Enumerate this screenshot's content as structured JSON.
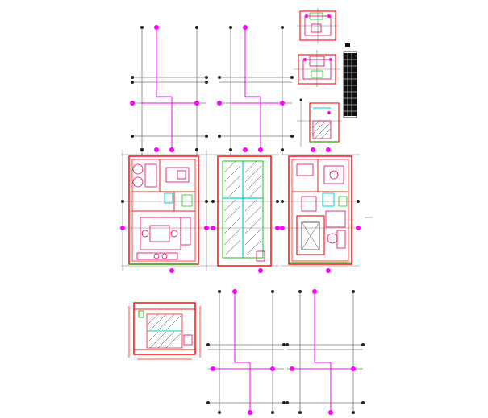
{
  "drawing": {
    "background": "#ffffff",
    "colors": {
      "grid_line": "#7a7a7a",
      "wall": "#ff1a1a",
      "furniture": "#e0005a",
      "dimension": "#ff00ff",
      "axis_node": "#222222",
      "green": "#19c519",
      "cyan": "#00cfcf",
      "hatch": "#333333",
      "table_ink": "#111111"
    },
    "sheets": [
      "grid-plan-top-left",
      "grid-plan-top-middle",
      "detail-small-1",
      "detail-small-2",
      "detail-small-3",
      "drawing-legend-table",
      "floor-plan-left",
      "floor-plan-middle",
      "floor-plan-right",
      "elevation-bottom-left",
      "grid-plan-bottom-middle",
      "grid-plan-bottom-right"
    ]
  }
}
